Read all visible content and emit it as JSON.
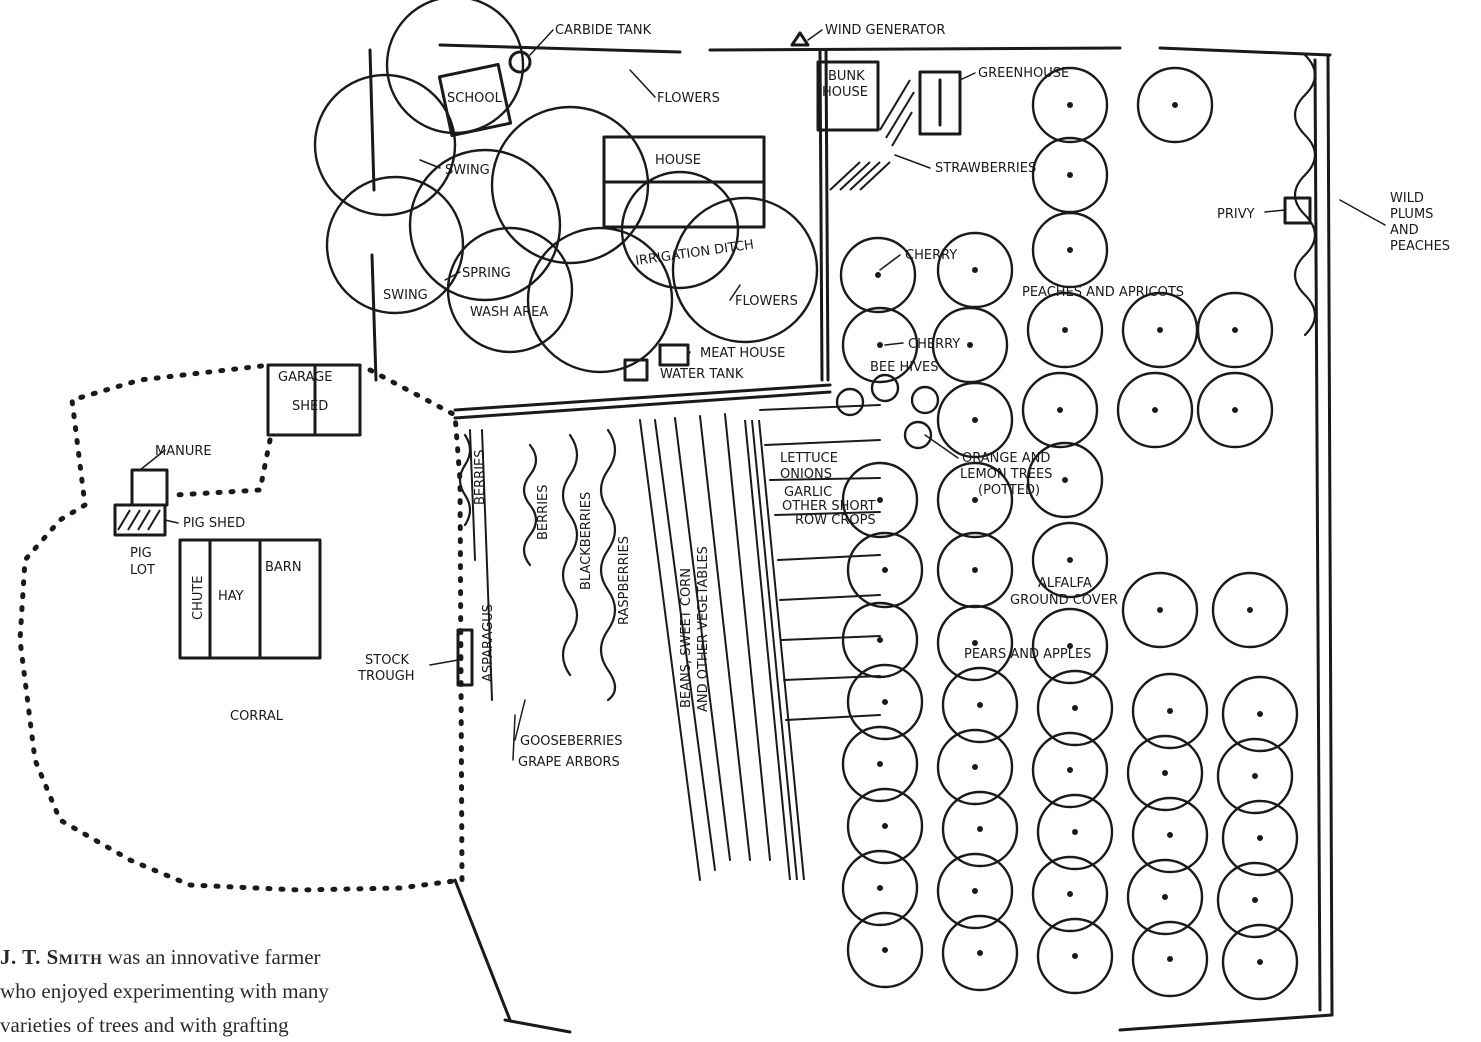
{
  "labels": {
    "carbide_tank": "CARBIDE TANK",
    "wind_generator": "WIND GENERATOR",
    "greenhouse": "GREENHOUSE",
    "bunk_house_1": "BUNK",
    "bunk_house_2": "HOUSE",
    "school": "SCHOOL",
    "flowers_top": "FLOWERS",
    "flowers_mid": "FLOWERS",
    "house": "HOUSE",
    "swing_top": "SWING",
    "swing_left": "SWING",
    "spring": "SPRING",
    "wash_area": "WASH AREA",
    "irrigation_ditch": "IRRIGATION DITCH",
    "strawberries": "STRAWBERRIES",
    "cherry_1": "CHERRY",
    "cherry_2": "CHERRY",
    "privy": "PRIVY",
    "wild_plums_1": "WILD",
    "wild_plums_2": "PLUMS",
    "wild_plums_3": "AND",
    "wild_plums_4": "PEACHES",
    "peaches_apricots": "PEACHES AND APRICOTS",
    "meat_house": "MEAT HOUSE",
    "water_tank": "WATER TANK",
    "bee_hives": "BEE HIVES",
    "garage_1": "GARAGE",
    "garage_2": "SHED",
    "manure": "MANURE",
    "pig_shed": "PIG SHED",
    "pig_lot_1": "PIG",
    "pig_lot_2": "LOT",
    "chute": "CHUTE",
    "hay": "HAY",
    "barn": "BARN",
    "corral": "CORRAL",
    "stock_trough_1": "STOCK",
    "stock_trough_2": "TROUGH",
    "berries_1": "BERRIES",
    "berries_2": "BERRIES",
    "blackberries": "BLACKBERRIES",
    "raspberries": "RASPBERRIES",
    "asparagus": "ASPARAGUS",
    "gooseberries": "GOOSEBERRIES",
    "grape_arbors": "GRAPE ARBORS",
    "beans_1": "BEANS, SWEET CORN",
    "beans_2": "AND OTHER VEGETABLES",
    "lettuce": "LETTUCE",
    "onions": "ONIONS",
    "garlic": "GARLIC",
    "other_short": "OTHER SHORT",
    "row_crops": "ROW CROPS",
    "orange_1": "ORANGE AND",
    "orange_2": "LEMON TREES",
    "orange_3": "(POTTED)",
    "alfalfa_1": "ALFALFA",
    "alfalfa_2": "GROUND COVER",
    "pears_apples": "PEARS AND APPLES"
  },
  "caption": {
    "name": "J. T. Smith",
    "line1_rest": " was an innovative farmer",
    "line2": "who  enjoyed experimenting with many",
    "line3": "varieties of trees and with grafting"
  },
  "colors": {
    "ink": "#1a1a1a",
    "paper": "#ffffff"
  }
}
